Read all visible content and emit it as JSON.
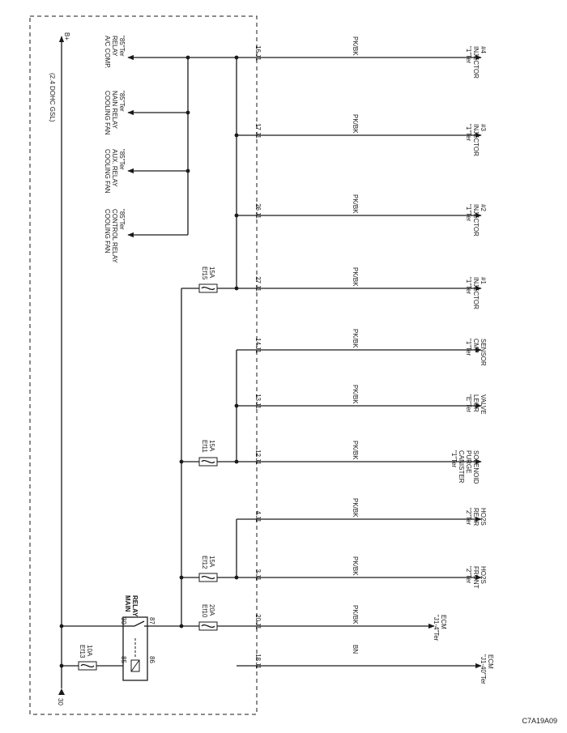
{
  "engine_label": "(2.4 DOHC GSL)",
  "power": {
    "b_plus": "B+",
    "terminal_30": "30"
  },
  "main_relay": {
    "name": [
      "MAIN",
      "RELAY"
    ],
    "pins": {
      "p30": "30",
      "p87": "87",
      "p85": "85",
      "p86": "86"
    }
  },
  "fuses": {
    "ef13": [
      "Ef13",
      "10A"
    ],
    "ef10": [
      "Ef10",
      "20A"
    ],
    "ef12": [
      "Ef12",
      "15A"
    ],
    "ef11": [
      "Ef11",
      "15A"
    ],
    "ef15": [
      "Ef15",
      "15A"
    ]
  },
  "relays": [
    {
      "lines": [
        "A/C COMP.",
        "RELAY",
        "\"85\"Ter"
      ]
    },
    {
      "lines": [
        "COOLING FAN",
        "NAIN RELAY",
        "\"85\"Ter"
      ]
    },
    {
      "lines": [
        "COOLING FAN",
        "AUX. RELAY",
        "\"85\"Ter"
      ]
    },
    {
      "lines": [
        "COOLING FAN",
        "CONTROL RELAY",
        "\"85\"Ter"
      ]
    }
  ],
  "circuits": [
    {
      "connector": "J1",
      "pin": "16",
      "wire": "PK/BK",
      "dest": [
        "\"1\"Ter",
        "INJECTOR",
        "#4"
      ]
    },
    {
      "connector": "J1",
      "pin": "17",
      "wire": "PK/BK",
      "dest": [
        "\"1\"Ter",
        "INJECTOR",
        "#3"
      ]
    },
    {
      "connector": "J1",
      "pin": "26",
      "wire": "PK/BK",
      "dest": [
        "\"1\"Ter",
        "INJECTOR",
        "#2"
      ]
    },
    {
      "connector": "J1",
      "pin": "27",
      "wire": "PK/BK",
      "dest": [
        "\"1\"Ter",
        "INJECTOR",
        "#1"
      ]
    },
    {
      "connector": "J1",
      "pin": "14",
      "wire": "PK/BK",
      "dest": [
        "\"1\"Ter",
        "CMP",
        "SENSOR"
      ]
    },
    {
      "connector": "J1",
      "pin": "13",
      "wire": "PK/BK",
      "dest": [
        "\"E\"Ter",
        "LEGR",
        "VALVE"
      ]
    },
    {
      "connector": "J1",
      "pin": "12",
      "wire": "PK/BK",
      "dest": [
        "\"1\"Ter",
        "CANISTER",
        "PURGE",
        "SOLENOID"
      ]
    },
    {
      "connector": "J1",
      "pin": "4",
      "wire": "PK/BK",
      "dest": [
        "\"2\"Ter",
        "REAR",
        "HO2S"
      ]
    },
    {
      "connector": "J1",
      "pin": "3",
      "wire": "PK/BK",
      "dest": [
        "\"2\"Ter",
        "FRONT",
        "HO2S"
      ]
    },
    {
      "connector": "J1",
      "pin": "20",
      "wire": "PK/BK",
      "dest": [
        "\"J1-4\"Ter",
        "ECM"
      ]
    },
    {
      "connector": "J1",
      "pin": "18",
      "wire": "BN",
      "dest": [
        "\"J1-40\"Ter",
        "ECM"
      ]
    }
  ],
  "figure_id": "C7A19A09"
}
